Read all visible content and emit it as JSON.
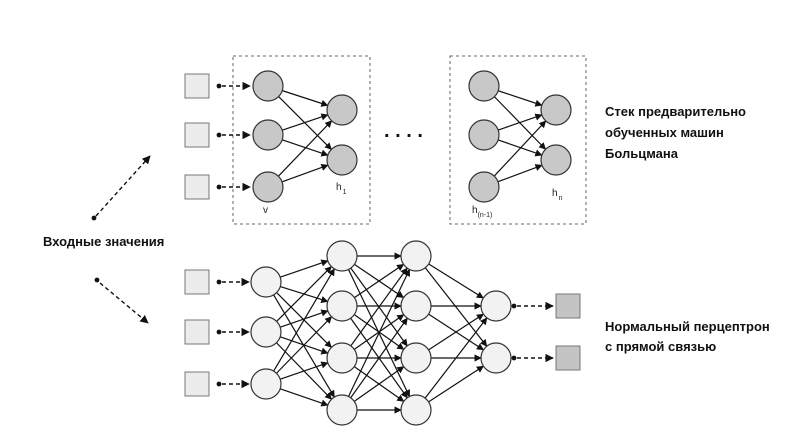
{
  "input_label": "Входные значения",
  "dbn_caption": [
    "Стек предварительно",
    "обученных машин",
    "Больцмана"
  ],
  "mlp_caption": [
    "Нормальный перцептрон",
    "с прямой связью"
  ],
  "ellipsis": ". . . .",
  "rbm1": {
    "visible_label": "v",
    "hidden_label": "h",
    "hidden_sub": "1"
  },
  "rbmn": {
    "visible_label": "h",
    "visible_sub": "(n-1)",
    "hidden_label": "h",
    "hidden_sub": "n"
  },
  "colors": {
    "rbm_node": "#c8c8c8",
    "mlp_node": "#f2f2f2",
    "input_box": "#ececec",
    "output_box": "#c4c4c4",
    "stroke": "#333333"
  }
}
